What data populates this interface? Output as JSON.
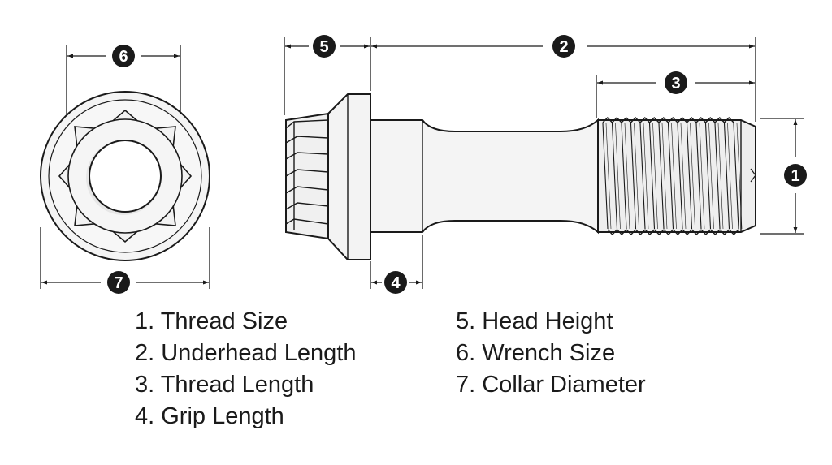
{
  "callouts": {
    "thread_size": "1",
    "underhead_length": "2",
    "thread_length": "3",
    "grip_length": "4",
    "head_height": "5",
    "wrench_size": "6",
    "collar_diameter": "7"
  },
  "legend": {
    "left": [
      "1. Thread Size",
      "2. Underhead Length",
      "3. Thread Length",
      "4. Grip Length"
    ],
    "right": [
      "5. Head Height",
      "6. Wrench Size",
      "7. Collar Diameter"
    ]
  },
  "colors": {
    "ink": "#1a1a1a",
    "bolt_fill": "#f2f2f2",
    "background": "#ffffff"
  }
}
